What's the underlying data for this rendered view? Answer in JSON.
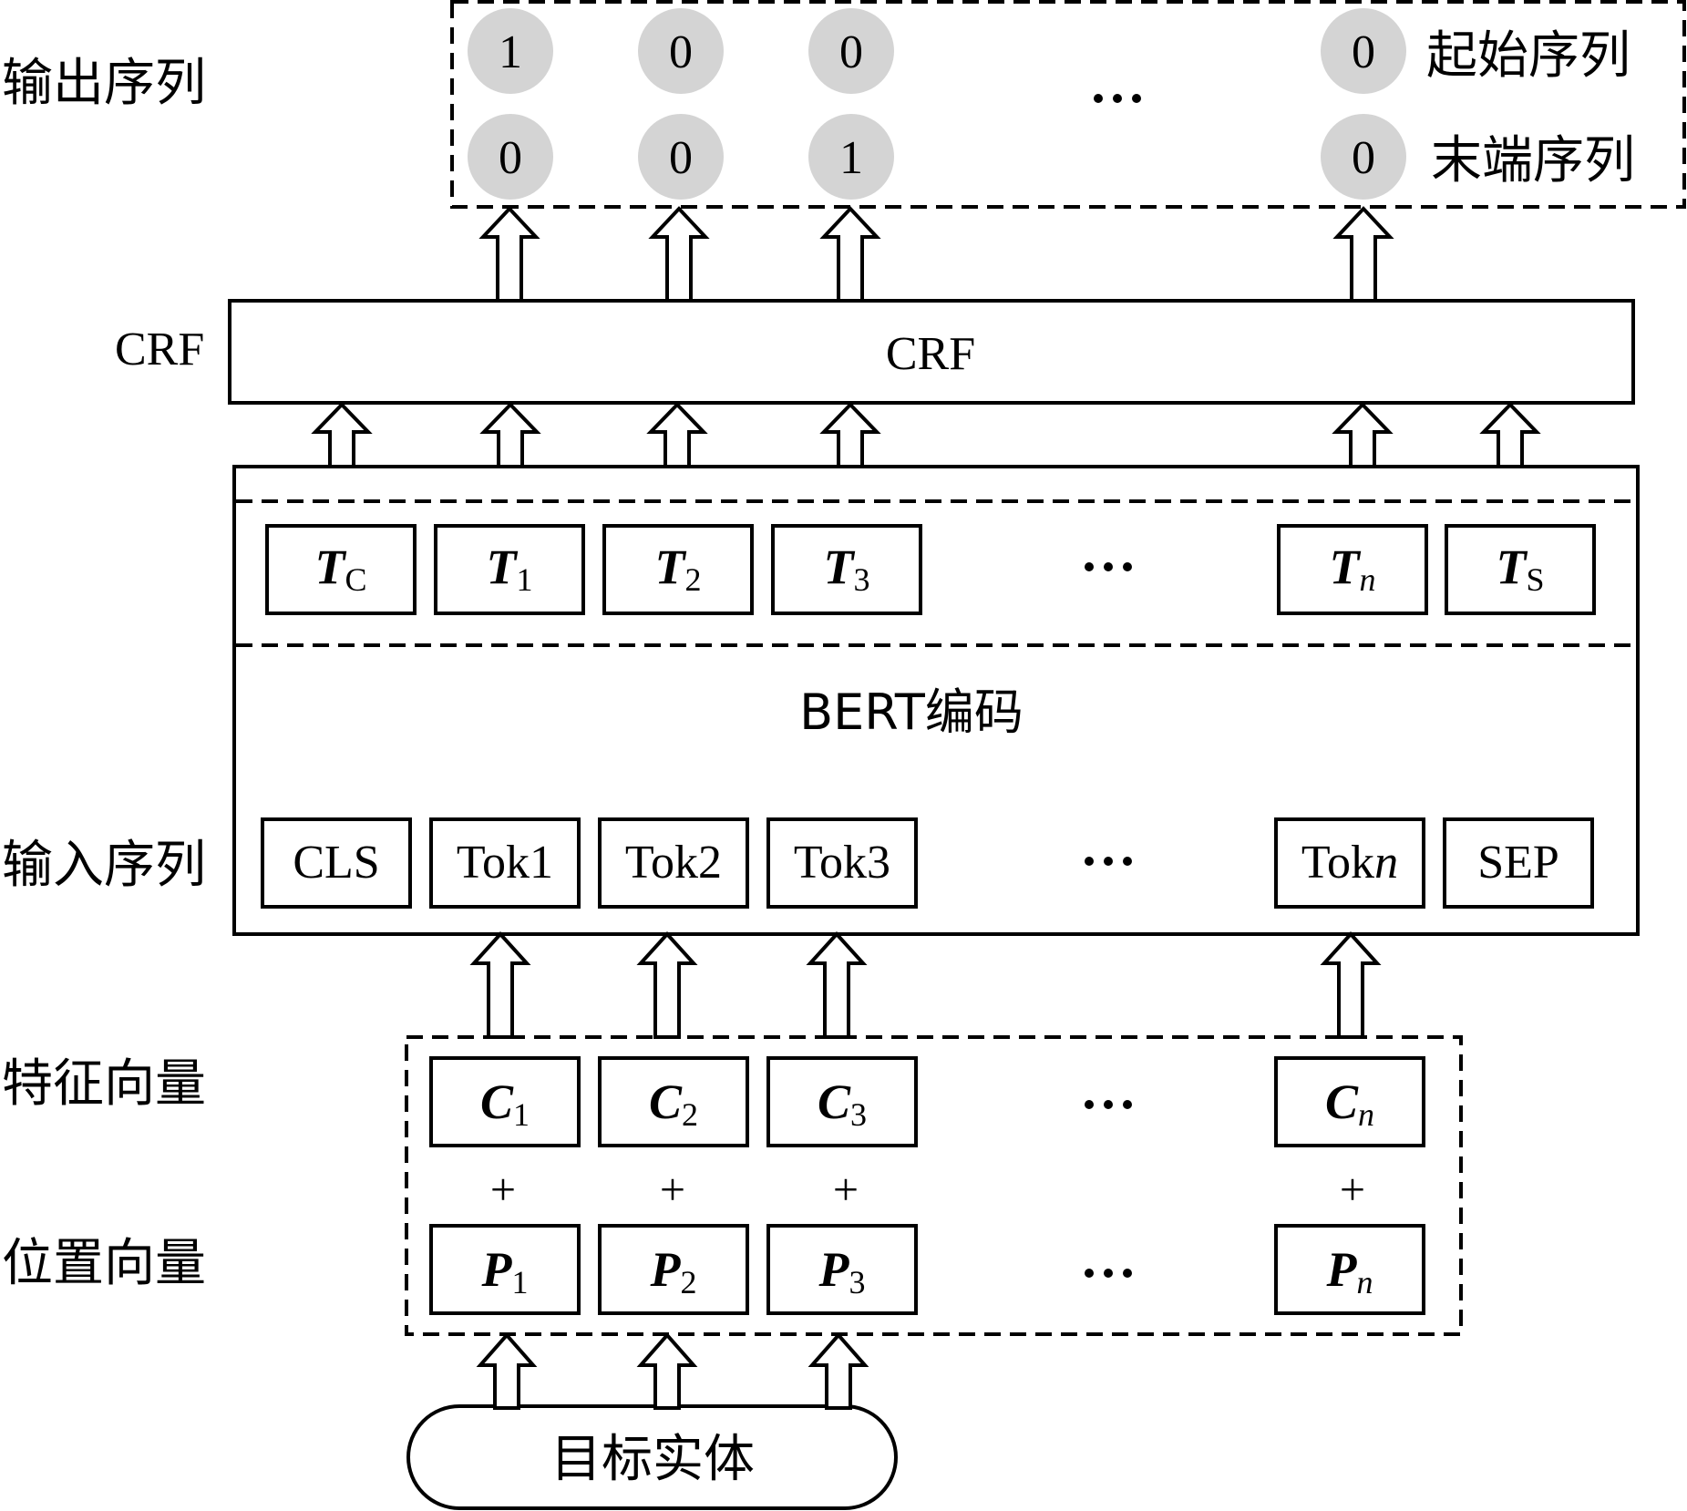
{
  "side_labels": {
    "output": "输出序列",
    "crf": "CRF",
    "input": "输入序列",
    "feature": "特征向量",
    "position": "位置向量"
  },
  "output": {
    "start_label": "起始序列",
    "end_label": "末端序列",
    "start_values": [
      "1",
      "0",
      "0",
      "0"
    ],
    "end_values": [
      "0",
      "0",
      "1",
      "0"
    ],
    "ellipsis": "…"
  },
  "crf_label": "CRF",
  "bert_label": "BERT编码",
  "t_tokens": [
    {
      "main": "T",
      "sub": "C"
    },
    {
      "main": "T",
      "sub": "1"
    },
    {
      "main": "T",
      "sub": "2"
    },
    {
      "main": "T",
      "sub": "3"
    },
    {
      "main": "T",
      "sub": "n"
    },
    {
      "main": "T",
      "sub": "S"
    }
  ],
  "input_tokens": [
    {
      "base": "CLS",
      "suffix": ""
    },
    {
      "base": "Tok1",
      "suffix": ""
    },
    {
      "base": "Tok2",
      "suffix": ""
    },
    {
      "base": "Tok3",
      "suffix": ""
    },
    {
      "base": "Tok",
      "suffix": "n"
    },
    {
      "base": "SEP",
      "suffix": ""
    }
  ],
  "c_vectors": [
    {
      "main": "C",
      "sub": "1"
    },
    {
      "main": "C",
      "sub": "2"
    },
    {
      "main": "C",
      "sub": "3"
    },
    {
      "main": "C",
      "sub": "n"
    }
  ],
  "p_vectors": [
    {
      "main": "P",
      "sub": "1"
    },
    {
      "main": "P",
      "sub": "2"
    },
    {
      "main": "P",
      "sub": "3"
    },
    {
      "main": "P",
      "sub": "n"
    }
  ],
  "plus": "+",
  "target_label": "目标实体",
  "colors": {
    "circle_fill": "#d4d4d4",
    "stroke": "#000000",
    "background": "#ffffff"
  }
}
